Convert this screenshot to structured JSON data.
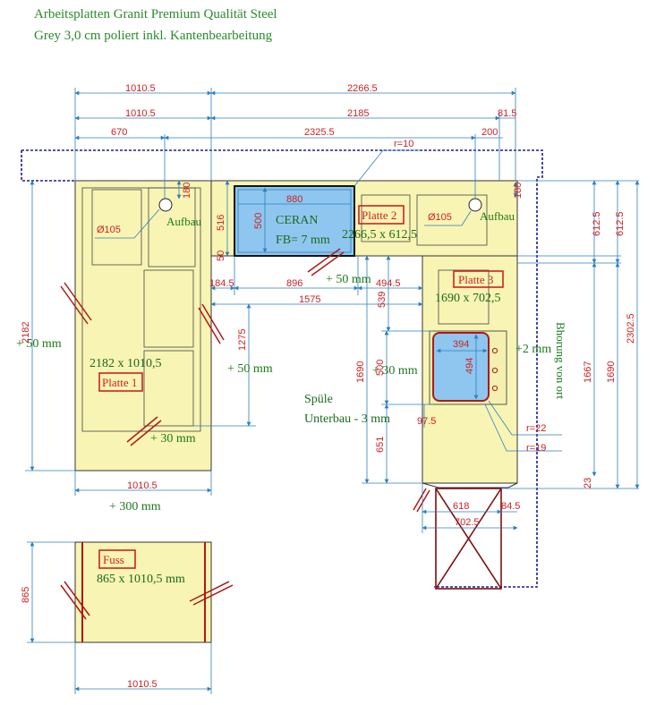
{
  "header": {
    "line1": "Arbeitsplatten Granit Premium Qualität Steel",
    "line2": "Grey 3,0 cm poliert inkl. Kantenbearbeitung"
  },
  "colors": {
    "slab": "#f8f4b4",
    "outline": "#2a2a2a",
    "dimension_line": "#2b7fc0",
    "dimension_text": "#cc2222",
    "label_green": "#1c7a1c",
    "box_red": "#cc2222",
    "cooktop": "#8ec6ef",
    "dash_blue": "#1a1a9a"
  },
  "dims": {
    "top_1010_a": "1010.5",
    "top_2266": "2266.5",
    "top_1010_b": "1010.5",
    "top_2185": "2185",
    "top_81": "81.5",
    "top_670": "670",
    "top_2325": "2325.5",
    "top_200": "200",
    "r10": "r=10",
    "v180_left": "180",
    "v180_right": "180",
    "v516": "516",
    "v500": "500",
    "v50": "50",
    "c880": "880",
    "d105_left": "Ø105",
    "d105_right": "Ø105",
    "h184": "184.5",
    "h896": "896",
    "h494": "494.5",
    "h1575": "1575",
    "v539": "539",
    "v2182": "2182",
    "v1275": "1275",
    "v1690_mid": "1690",
    "v500_sink": "500",
    "v651": "651",
    "v97": "97.5",
    "sink394": "394",
    "sink494": "494",
    "r22": "r=22",
    "r19": "r=19",
    "right612a": "612.5",
    "right612b": "612.5",
    "right1667": "1667",
    "right1690": "1690",
    "right2302": "2302.5",
    "right23": "23",
    "bot1010": "1010.5",
    "bot618": "618",
    "bot84": "84.5",
    "bot702": "702.5",
    "fuss865": "865",
    "fuss1010": "1010.5"
  },
  "labels": {
    "aufbau_left": "Aufbau",
    "aufbau_right": "Aufbau",
    "ceran": "CERAN",
    "fb": "FB= 7 mm",
    "platte2": "Platte 2",
    "platte2_size": "2266,5 x 612,5",
    "platte3": "Platte 3",
    "platte3_size": "1690 x 702,5",
    "platte1": "Platte 1",
    "platte1_size": "2182 x 1010,5",
    "plus50_a": "+ 50 mm",
    "plus50_b": "+ 50 mm",
    "plus50_c": "+ 50 mm",
    "plus30_sink": "+ 30 mm",
    "plus30_bottom": "+ 30 mm",
    "plus300": "+ 300 mm",
    "plus2": "+2 mm",
    "spuele": "Spüle",
    "unterbau": "Unterbau - 3 mm",
    "bohrung": "Bhorung von ort",
    "fuss": "Fuss",
    "fuss_size": "865 x 1010,5 mm"
  }
}
